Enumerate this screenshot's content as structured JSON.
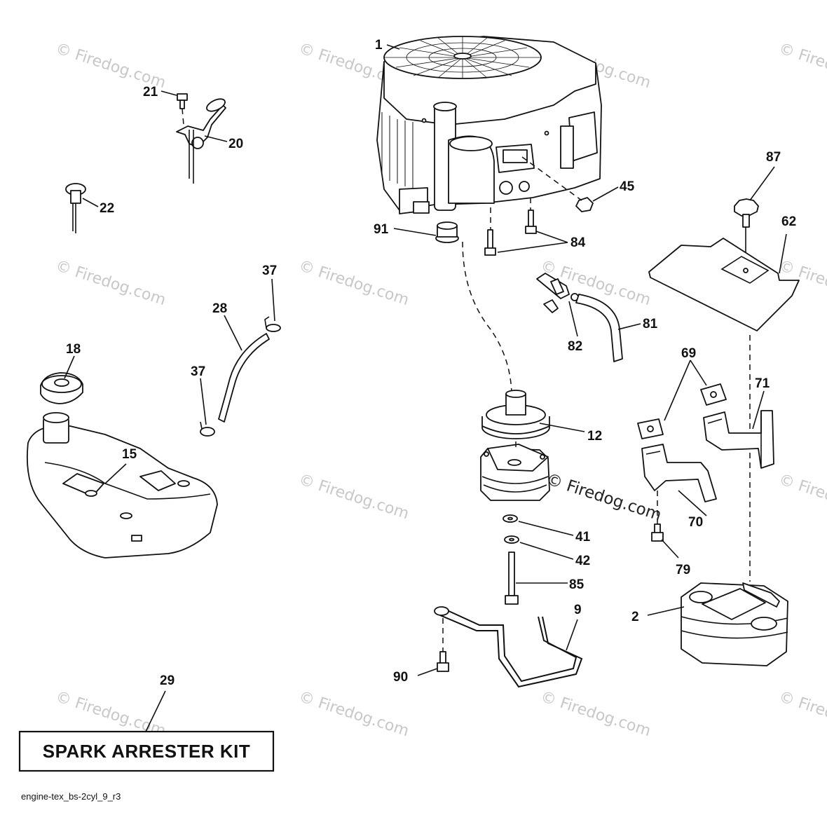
{
  "callouts": [
    {
      "id": "1",
      "text": "1"
    },
    {
      "id": "21",
      "text": "21"
    },
    {
      "id": "20",
      "text": "20"
    },
    {
      "id": "22",
      "text": "22"
    },
    {
      "id": "45",
      "text": "45"
    },
    {
      "id": "87",
      "text": "87"
    },
    {
      "id": "62",
      "text": "62"
    },
    {
      "id": "91",
      "text": "91"
    },
    {
      "id": "84",
      "text": "84"
    },
    {
      "id": "37a",
      "text": "37"
    },
    {
      "id": "28",
      "text": "28"
    },
    {
      "id": "81",
      "text": "81"
    },
    {
      "id": "82",
      "text": "82"
    },
    {
      "id": "18",
      "text": "18"
    },
    {
      "id": "37b",
      "text": "37"
    },
    {
      "id": "69",
      "text": "69"
    },
    {
      "id": "71",
      "text": "71"
    },
    {
      "id": "12",
      "text": "12"
    },
    {
      "id": "15",
      "text": "15"
    },
    {
      "id": "70",
      "text": "70"
    },
    {
      "id": "41",
      "text": "41"
    },
    {
      "id": "42",
      "text": "42"
    },
    {
      "id": "79",
      "text": "79"
    },
    {
      "id": "85",
      "text": "85"
    },
    {
      "id": "9",
      "text": "9"
    },
    {
      "id": "2",
      "text": "2"
    },
    {
      "id": "90",
      "text": "90"
    },
    {
      "id": "29",
      "text": "29"
    }
  ],
  "kit_label": "SPARK ARRESTER KIT",
  "diagram_id": "engine-tex_bs-2cyl_9_r3",
  "watermark": "© Firedog.com",
  "colors": {
    "line": "#111111",
    "watermark": "#c8c8c8",
    "background": "#ffffff"
  }
}
